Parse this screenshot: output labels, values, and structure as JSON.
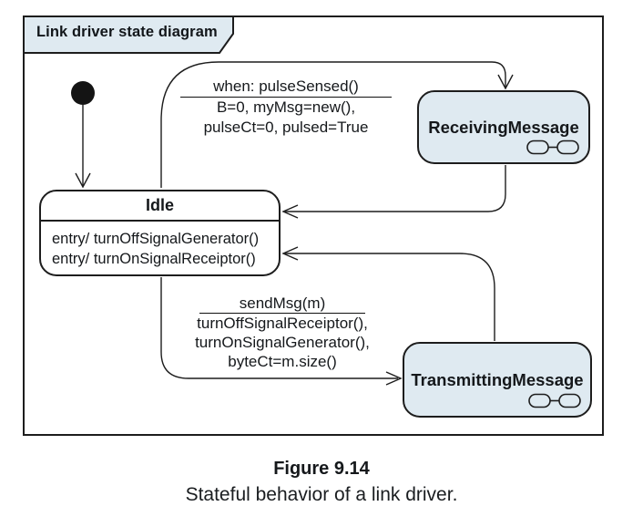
{
  "frame": {
    "title": "Link driver state diagram"
  },
  "states": {
    "idle": {
      "name": "Idle",
      "entry_actions": [
        "entry/ turnOffSignalGenerator()",
        "entry/ turnOnSignalReceiptor()"
      ]
    },
    "receiving": {
      "name": "ReceivingMessage"
    },
    "transmitting": {
      "name": "TransmittingMessage"
    }
  },
  "transitions": {
    "idle_to_receiving": {
      "event": "when: pulseSensed()",
      "actions": [
        "B=0, myMsg=new(),",
        "pulseCt=0, pulsed=True"
      ]
    },
    "idle_to_transmitting": {
      "event": "sendMsg(m)",
      "actions": [
        "turnOffSignalReceiptor(),",
        "turnOnSignalGenerator(),",
        "byteCt=m.size()"
      ]
    }
  },
  "caption": {
    "title": "Figure 9.14",
    "subtitle": "Stateful behavior of a link driver."
  },
  "icons": {
    "initial_state": "filled-circle",
    "composite_state": "submachine-glasses"
  },
  "colors": {
    "state_fill": "#dfeaf1",
    "tab_fill": "#dfeaf1",
    "stroke": "#1d1d1d"
  }
}
